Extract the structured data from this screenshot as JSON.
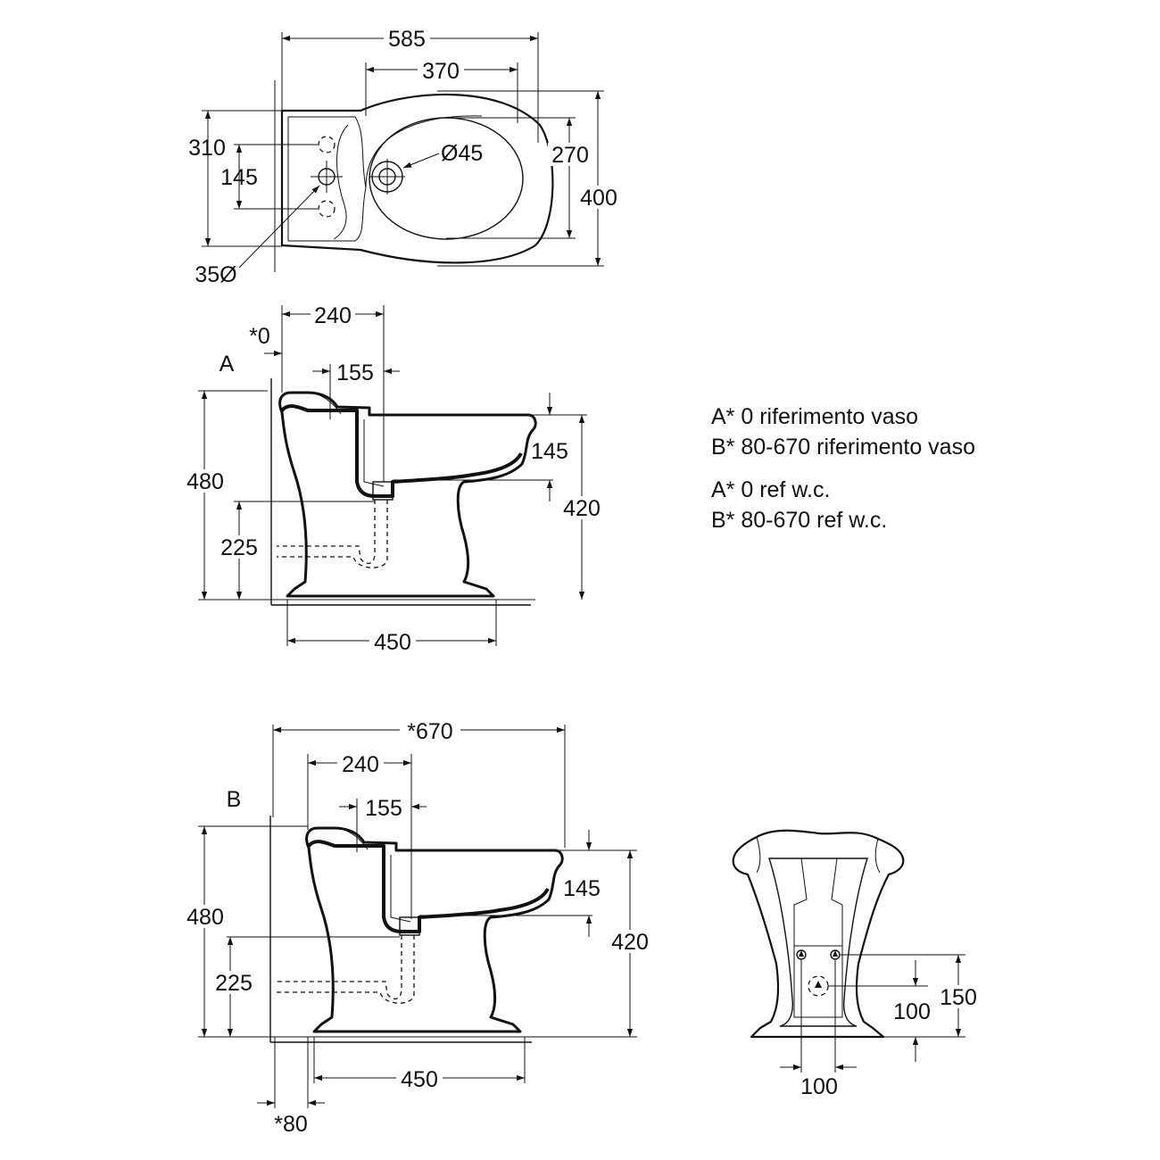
{
  "top_view": {
    "width_585": "585",
    "bowl_370": "370",
    "height_310": "310",
    "spacing_145": "145",
    "drain_diameter": "Ø45",
    "bowl_270": "270",
    "depth_400": "400",
    "tap_hole": "35Ø"
  },
  "view_a": {
    "label": "A",
    "offset": "*0",
    "dim_240": "240",
    "dim_155": "155",
    "dim_480": "480",
    "dim_145": "145",
    "dim_420": "420",
    "dim_225": "225",
    "dim_450": "450"
  },
  "view_b": {
    "label": "B",
    "dim_670": "*670",
    "dim_240": "240",
    "dim_155": "155",
    "dim_480": "480",
    "dim_145": "145",
    "dim_420": "420",
    "dim_225": "225",
    "dim_450": "450",
    "offset": "*80"
  },
  "rear_view": {
    "dim_100_height": "100",
    "dim_150": "150",
    "dim_100_width": "100"
  },
  "legend": [
    "A* 0 riferimento vaso",
    "B* 80-670 riferimento vaso",
    "A* 0  ref w.c.",
    "B* 80-670 ref w.c."
  ]
}
